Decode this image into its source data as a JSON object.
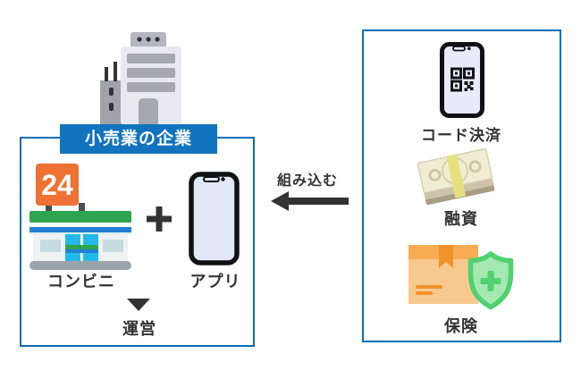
{
  "colors": {
    "box_border": "#0b6db6",
    "company_label_bg": "#1173be",
    "company_label_text": "#ffffff",
    "text": "#333333",
    "arrow": "#333333",
    "store_sign_orange": "#ee7233",
    "awning_green": "#2fa44e",
    "awning_blue": "#2180d6",
    "door_cyan": "#22bae8",
    "shield_green": "#4fd26f",
    "package_orange": "#f8c98f"
  },
  "header": {
    "company_label": "小売業の企業"
  },
  "left_box": {
    "store_sign": "24",
    "store_label": "コンビニ",
    "plus": "+",
    "app_label": "アプリ",
    "result_label": "運営"
  },
  "connector": {
    "label": "組み込む",
    "direction": "left"
  },
  "right_box": {
    "items": [
      {
        "id": "code-payment",
        "label": "コード決済"
      },
      {
        "id": "loan",
        "label": "融資"
      },
      {
        "id": "insurance",
        "label": "保険"
      }
    ]
  }
}
